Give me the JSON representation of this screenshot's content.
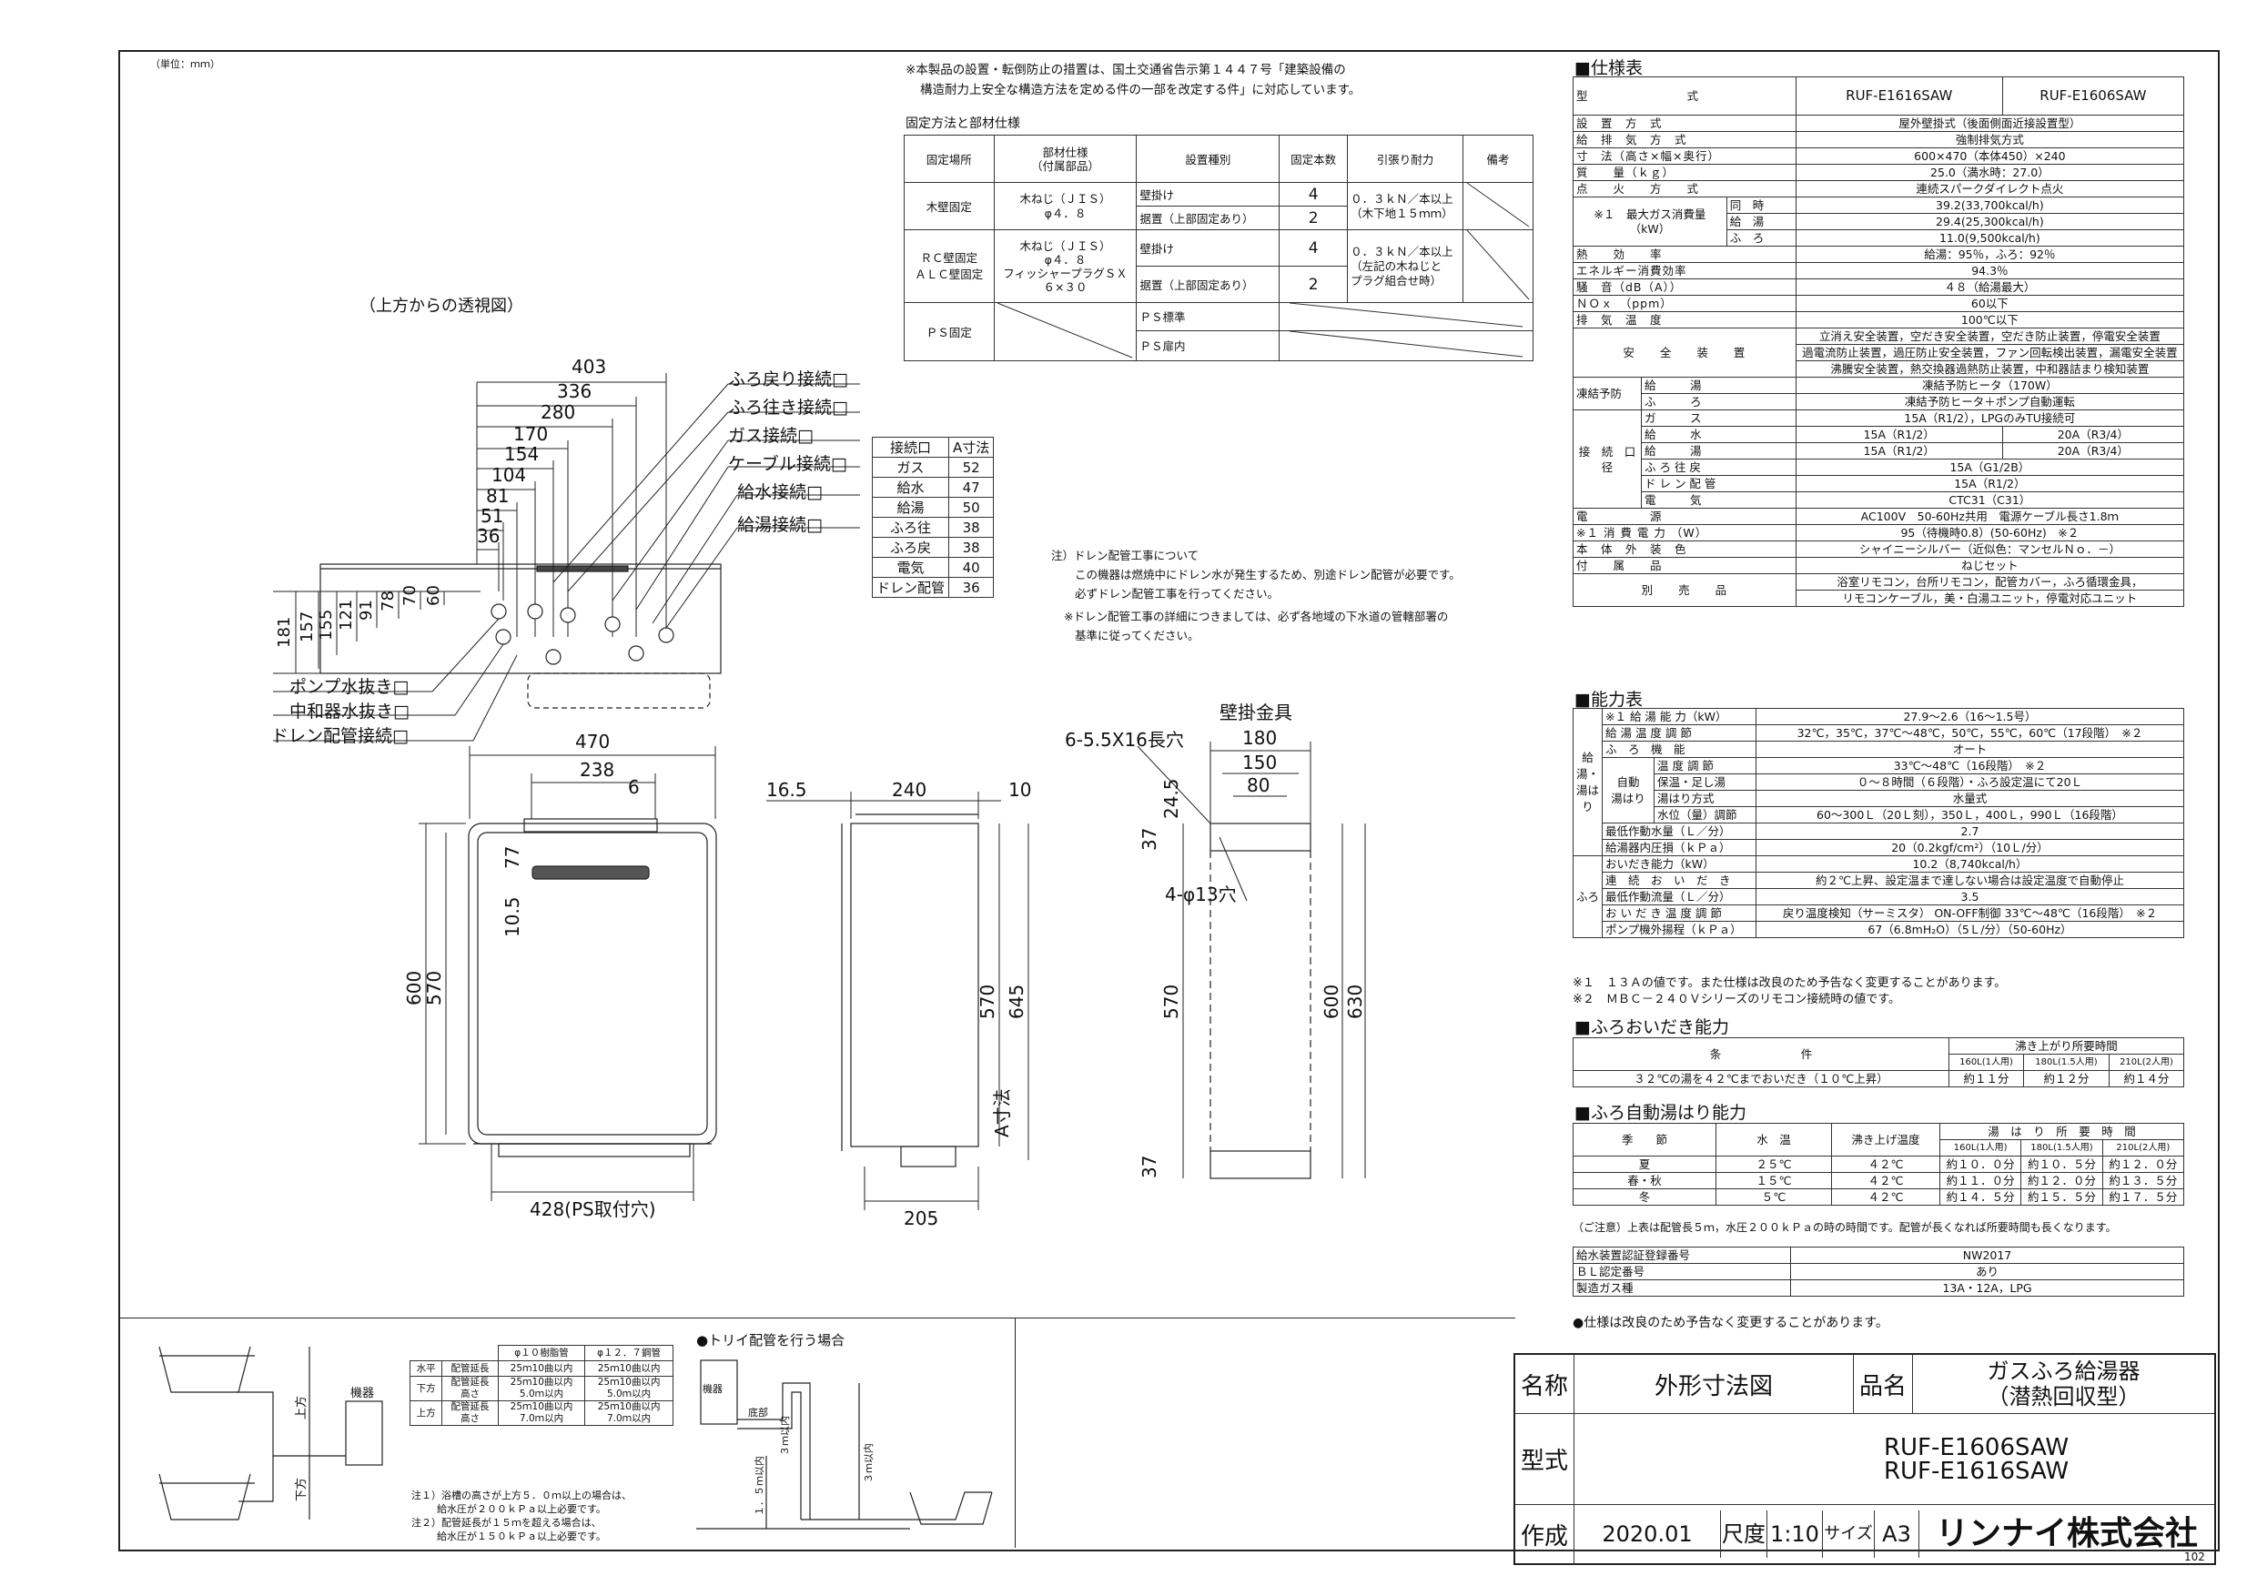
{
  "unit": "（単位：ｍｍ）",
  "page_number": "102",
  "notice": [
    "※本製品の設置・転倒防止の措置は、国土交通省告示第１４４７号「建築設備の",
    "構造耐力上安全な構造方法を定める件の一部を改定する件」に対応しています。"
  ],
  "fix_table": {
    "title": "固定方法と部材仕様",
    "headers": [
      "固定場所",
      "部材仕様\n（付属部品）",
      "設置種別",
      "固定本数",
      "引張り耐力",
      "備考"
    ],
    "rows": [
      {
        "place": "木壁固定",
        "part": "木ねじ（ＪＩＳ）\nφ４．８",
        "type": "壁掛け",
        "count": "4",
        "strength": "０．３ｋＮ／本以上\n（木下地１５ｍｍ）"
      },
      {
        "type": "据置（上部固定あり）",
        "count": "2"
      },
      {
        "place": "ＲＣ壁固定\nＡＬＣ壁固定",
        "part": "木ねじ（ＪＩＳ）\nφ４．８\nフィッシャープラグＳＸ\n６×３０",
        "type": "壁掛け",
        "count": "4",
        "strength": "０．３ｋＮ／本以上\n（左記の木ねじと\nプラグ組合せ時）"
      },
      {
        "type": "据置（上部固定あり）",
        "count": "2"
      },
      {
        "place": "ＰＳ固定",
        "type": "ＰＳ標準"
      },
      {
        "type": "ＰＳ扉内"
      }
    ]
  },
  "view_top_label": "（上方からの透視図）",
  "conn_labels": [
    "ふろ戻り接続□",
    "ふろ往き接続□",
    "ガス接続□",
    "ケーブル接続□",
    "給水接続□",
    "給湯接続□",
    "ポンプ水抜き□",
    "中和器水抜き□",
    "ドレン配管接続□"
  ],
  "conn_table": {
    "headers": [
      "接続口",
      "A寸法"
    ],
    "rows": [
      [
        "ガス",
        "52"
      ],
      [
        "給水",
        "47"
      ],
      [
        "給湯",
        "50"
      ],
      [
        "ふろ往",
        "38"
      ],
      [
        "ふろ戻",
        "38"
      ],
      [
        "電気",
        "40"
      ],
      [
        "ドレン配管",
        "36"
      ]
    ]
  },
  "drain_note": [
    "注）ドレン配管工事について",
    "この機器は燃焼中にドレン水が発生するため、別途ドレン配管が必要です。",
    "必ずドレン配管工事を行ってください。",
    "※ドレン配管工事の詳細につきましては、必ず各地域の下水道の管轄部署の",
    "基準に従ってください。"
  ],
  "dims": {
    "top_view": [
      "403",
      "336",
      "280",
      "170",
      "154",
      "104",
      "81",
      "51",
      "36",
      "60",
      "70",
      "78",
      "91",
      "121",
      "155",
      "157",
      "181"
    ],
    "front": [
      "470",
      "238",
      "6",
      "600",
      "570",
      "77",
      "10.5",
      "428(PS取付穴)"
    ],
    "side": [
      "16.5",
      "240",
      "10",
      "570",
      "645",
      "A寸法",
      "205"
    ],
    "bracket": [
      "壁掛金具",
      "6-5.5X16長穴",
      "180",
      "150",
      "80",
      "24.5",
      "37",
      "4-φ13穴",
      "570",
      "600",
      "630",
      "37"
    ]
  },
  "spec": {
    "title": "■仕様表",
    "model_label": "型　　　　　　　　式",
    "models": [
      "RUF-E1616SAW",
      "RUF-E1606SAW"
    ],
    "rows": [
      [
        "設　置　方　式",
        "屋外壁掛式（後面側面近接設置型）"
      ],
      [
        "給　排　気　方　式",
        "強制排気方式"
      ],
      [
        "寸　法（高さ×幅×奥行）",
        "600×470（本体450）×240"
      ],
      [
        "質　　量（ｋｇ）",
        "25.0（満水時：27.0）"
      ],
      [
        "点　　火　　方　　式",
        "連続スパークダイレクト点火"
      ]
    ],
    "gas_label": "※１　最大ガス消費量\n（kW）",
    "gas_rows": [
      [
        "同　時",
        "39.2(33,700kcal/h)"
      ],
      [
        "給　湯",
        "29.4(25,300kcal/h)"
      ],
      [
        "ふ　ろ",
        "11.0(9,500kcal/h)"
      ]
    ],
    "rows2": [
      [
        "熱　　効　　率",
        "給湯：95％，ふろ：92％"
      ],
      [
        "エネルギー消費効率",
        "94.3％"
      ],
      [
        "騒　音（dB（A））",
        "４８（給湯最大）"
      ],
      [
        "ＮＯｘ　（ppm）",
        "60以下"
      ],
      [
        "排　気　温　度",
        "100℃以下"
      ]
    ],
    "safety_label": "安　　全　　装　　置",
    "safety": [
      "立消え安全装置，空だき安全装置，空だき防止装置，停電安全装置",
      "過電流防止装置，過圧防止安全装置，ファン回転検出装置，漏電安全装置",
      "沸騰安全装置，熱交換器過熱防止装置，中和器詰まり検知装置"
    ],
    "freeze_label": "凍結予防",
    "freeze": [
      [
        "給　　　湯",
        "凍結予防ヒータ（170W）"
      ],
      [
        "ふ　　　ろ",
        "凍結予防ヒータ＋ポンプ自動運転"
      ]
    ],
    "conn_label": "接　続　口　径",
    "conns": [
      [
        "ガ　　　ス",
        "15A（R1/2），LPGのみTU接続可",
        ""
      ],
      [
        "給　　　水",
        "15A（R1/2）",
        "20A（R3/4）"
      ],
      [
        "給　　　湯",
        "15A（R1/2）",
        "20A（R3/4）"
      ],
      [
        "ふ ろ 往 戻",
        "15A（G1/2B）",
        ""
      ],
      [
        "ド レ ン 配 管",
        "15A（R1/2）",
        ""
      ],
      [
        "電　　　気",
        "CTC31（C31）",
        ""
      ]
    ],
    "rows3": [
      [
        "電　　　　　源",
        "AC100V　50-60Hz共用　電源ケーブル長さ1.8ｍ"
      ],
      [
        "※１ 消 費 電 力 （W）",
        "95（待機時0.8）(50-60Hz)　※２"
      ],
      [
        "本　体　外　装　色",
        "シャイニーシルバー（近似色：マンセルＮｏ．－）"
      ],
      [
        "付　　属　　品",
        "ねじセット"
      ]
    ],
    "sold_label": "別　　売　　品",
    "sold": [
      "浴室リモコン，台所リモコン，配管カバー，ふろ循環金具，",
      "リモコンケーブル，美・白湯ユニット，停電対応ユニット"
    ]
  },
  "capacity": {
    "title": "■能力表",
    "rows": [
      [
        "※１ 給 湯 能 力（kW）",
        "27.9～2.6（16～1.5号）"
      ],
      [
        "給 湯 温 度 調 節",
        "32℃，35℃，37℃～48℃，50℃，55℃，60℃（17段階）　※２"
      ],
      [
        "ふ　ろ　機　能",
        "オート"
      ],
      [
        "温 度 調 節",
        "33℃～48℃（16段階）　※２"
      ],
      [
        "保温・足し湯",
        "０～８時間（６段階）・ふろ設定温にて20Ｌ"
      ],
      [
        "湯はり方式",
        "水量式"
      ],
      [
        "水位（量）調節",
        "60～300Ｌ（20Ｌ刻），350Ｌ，400Ｌ，990Ｌ（16段階）"
      ],
      [
        "最低作動水量（Ｌ／分）",
        "2.7"
      ],
      [
        "給湯器内圧損（ｋＰａ）",
        "20（0.2kgf/cm²）（10Ｌ/分）"
      ],
      [
        "おいだき能力（kW）",
        "10.2（8,740kcal/h）"
      ],
      [
        "連　続　お　い　だ　き",
        "約２℃上昇、設定温まで達しない場合は設定温度で自動停止"
      ],
      [
        "最低作動流量（Ｌ／分）",
        "3.5"
      ],
      [
        "お い だ き 温 度 調 節",
        "戻り温度検知（サーミスタ） ON-OFF制御 33℃～48℃（16段階）　※２"
      ],
      [
        "ポンプ機外揚程（ｋＰａ）",
        "67（6.8mH₂O）（5Ｌ/分）（50-60Hz）"
      ]
    ],
    "side_labels": [
      "給湯・湯はり",
      "ふろ"
    ],
    "auto_label": "自動\n湯はり",
    "notes": [
      "※１　１３Ａの値です。また仕様は改良のため予告なく変更することがあります。",
      "※２　ＭＢＣ－２４０Ｖシリーズのリモコン接続時の値です。"
    ]
  },
  "oidaki": {
    "title": "■ふろおいだき能力",
    "cond_header": "条　　　　　　　件",
    "time_header": "沸き上がり所要時間",
    "cols": [
      "160L(1人用)",
      "180L(1.5人用)",
      "210L(2人用)"
    ],
    "cond": "３２℃の湯を４２℃までおいだき（１０℃上昇）",
    "vals": [
      "約１１分",
      "約１２分",
      "約１４分"
    ]
  },
  "auto_fill": {
    "title": "■ふろ自動湯はり能力",
    "headers": [
      "季　　節",
      "水　温",
      "沸き上げ温度",
      "湯　は　り　所　要　時　間"
    ],
    "cols": [
      "160L(1人用)",
      "180L(1.5人用)",
      "210L(2人用)"
    ],
    "rows": [
      [
        "夏",
        "２５℃",
        "４２℃",
        "約１０．０分",
        "約１０．５分",
        "約１２．０分"
      ],
      [
        "春・秋",
        "１５℃",
        "４２℃",
        "約１１．０分",
        "約１２．０分",
        "約１３．５分"
      ],
      [
        "冬",
        "５℃",
        "４２℃",
        "約１４．５分",
        "約１５．５分",
        "約１７．５分"
      ]
    ],
    "note": "（ご注意）上表は配管長５ｍ，水圧２００ｋＰａの時の時間です。配管が長くなれば所要時間も長くなります。"
  },
  "cert": [
    [
      "給水装置認証登録番号",
      "NW2017"
    ],
    [
      "ＢＬ認定番号",
      "あり"
    ],
    [
      "製造ガス種",
      "13A・12A，LPG"
    ]
  ],
  "change_note": "●仕様は改良のため予告なく変更することがあります。",
  "pipe": {
    "headers": [
      "",
      "",
      "φ１０樹脂管",
      "φ１２．７鋼管"
    ],
    "rows": [
      [
        "水平",
        "配管延長",
        "25ｍ10曲以内",
        "25ｍ10曲以内"
      ],
      [
        "下方",
        "配管延長\n高さ",
        "25ｍ10曲以内\n5.0ｍ以内",
        "25ｍ10曲以内\n5.0ｍ以内"
      ],
      [
        "上方",
        "配管延長\n高さ",
        "25ｍ10曲以内\n7.0ｍ以内",
        "25ｍ10曲以内\n7.0ｍ以内"
      ]
    ],
    "notes": [
      "注１）浴槽の高さが上方５．０ｍ以上の場合は、",
      "給水圧が２００ｋＰａ以上必要です。",
      "注２）配管延長が１５ｍを超える場合は、",
      "給水圧が１５０ｋＰａ以上必要です。"
    ],
    "labels": [
      "機器",
      "上方",
      "下方"
    ],
    "trap_title": "●トリイ配管を行う場合",
    "trap_labels": [
      "機器",
      "底部",
      "１．５ｍ以内",
      "３ｍ以内",
      "３ｍ以内"
    ]
  },
  "title_block": {
    "name_label": "名称",
    "name": "外形寸法図",
    "product_label": "品名",
    "product": [
      "ガスふろ給湯器",
      "（潜熱回収型）"
    ],
    "model_label": "型式",
    "models": [
      "RUF-E1606SAW",
      "RUF-E1616SAW"
    ],
    "made_label": "作成",
    "date": "2020.01",
    "scale_label": "尺度",
    "scale": "1:10",
    "size_label": "サイズ",
    "size": "A3",
    "company": "リンナイ株式会社"
  }
}
